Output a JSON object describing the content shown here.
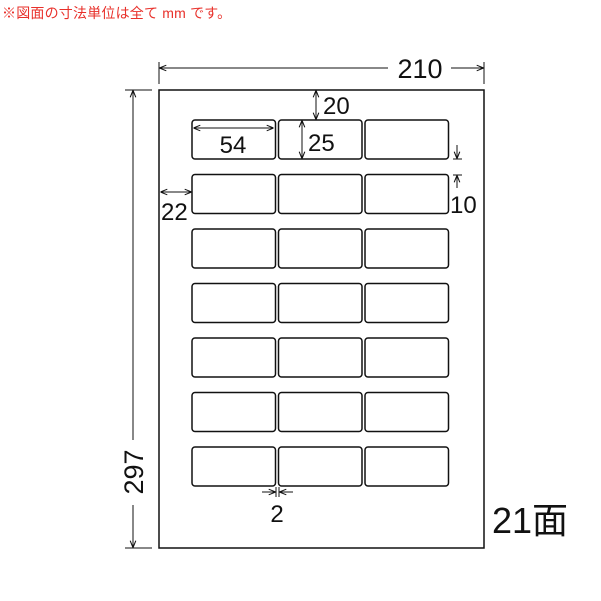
{
  "note": "※図面の寸法単位は全て mm です。",
  "sheet": {
    "width_mm": "210",
    "height_mm": "297"
  },
  "label": {
    "width_mm": "54",
    "height_mm": "25",
    "columns": 3,
    "rows": 7
  },
  "margins": {
    "top_mm": "20",
    "left_mm": "22",
    "row_gap_mm": "10",
    "col_gap_mm": "2"
  },
  "count_label": "21面",
  "colors": {
    "note": "#e8302a",
    "lines": "#111111"
  }
}
